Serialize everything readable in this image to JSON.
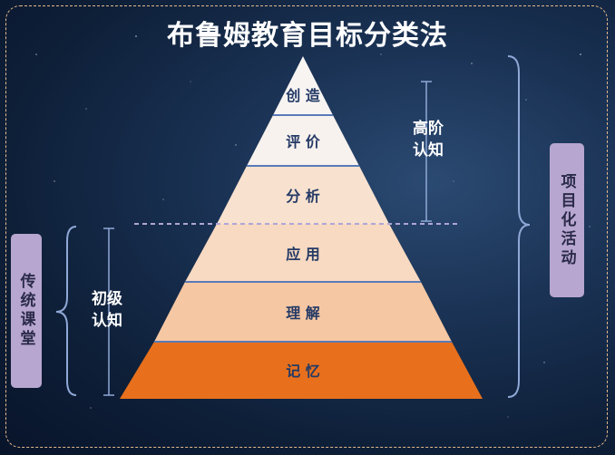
{
  "title": "布鲁姆教育目标分类法",
  "levels": [
    {
      "label": "创 造",
      "color": "#f7f4f2",
      "text_color": "#243a66"
    },
    {
      "label": "评 价",
      "color": "#f7f2ee",
      "text_color": "#243a66"
    },
    {
      "label": "分 析",
      "color": "#f8e2cf",
      "text_color": "#243a66"
    },
    {
      "label": "应 用",
      "color": "#f8d9c1",
      "text_color": "#243a66"
    },
    {
      "label": "理 解",
      "color": "#f5c7a3",
      "text_color": "#243a66"
    },
    {
      "label": "记 忆",
      "color": "#e8701c",
      "text_color": "#243a66"
    }
  ],
  "high_cognition": {
    "line1": "高阶",
    "line2": "认知"
  },
  "low_cognition": {
    "line1": "初级",
    "line2": "认知"
  },
  "left_label": "传统课堂",
  "right_label": "项目化活动",
  "colors": {
    "bracket": "#8fa8d6",
    "divider": "#b0a6d6",
    "frame": "#e6b98a",
    "label_box": "#b7a6cf"
  }
}
